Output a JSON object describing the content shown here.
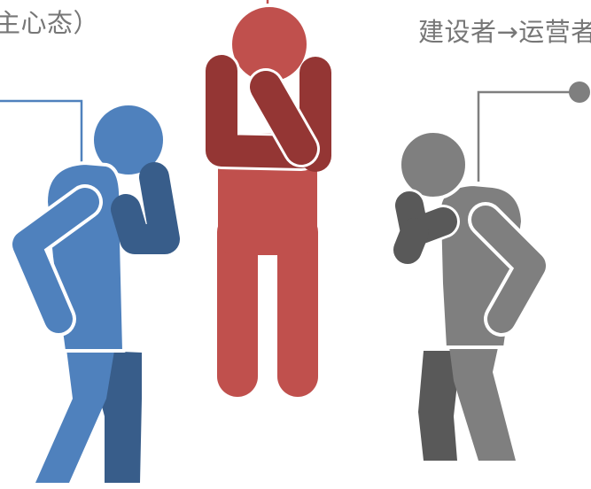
{
  "captions": {
    "left": "主心态）",
    "right": "建设者→运营者"
  },
  "colors": {
    "blue": "#4f81bd",
    "blue_dark": "#385d8a",
    "red": "#c0504d",
    "red_dark": "#943634",
    "gray": "#7f7f7f",
    "gray_dark": "#595959",
    "connector_left": "#4f81bd",
    "connector_right": "#7f7f7f",
    "text": "#777777"
  },
  "figures": [
    {
      "name": "blue-thinking-figure",
      "color_key": "blue",
      "pose": "hand-on-chin-facing-right"
    },
    {
      "name": "red-thinking-figure",
      "color_key": "red",
      "pose": "hand-on-chin-facing-front"
    },
    {
      "name": "gray-thinking-figure",
      "color_key": "gray",
      "pose": "hand-on-chin-facing-left"
    }
  ]
}
